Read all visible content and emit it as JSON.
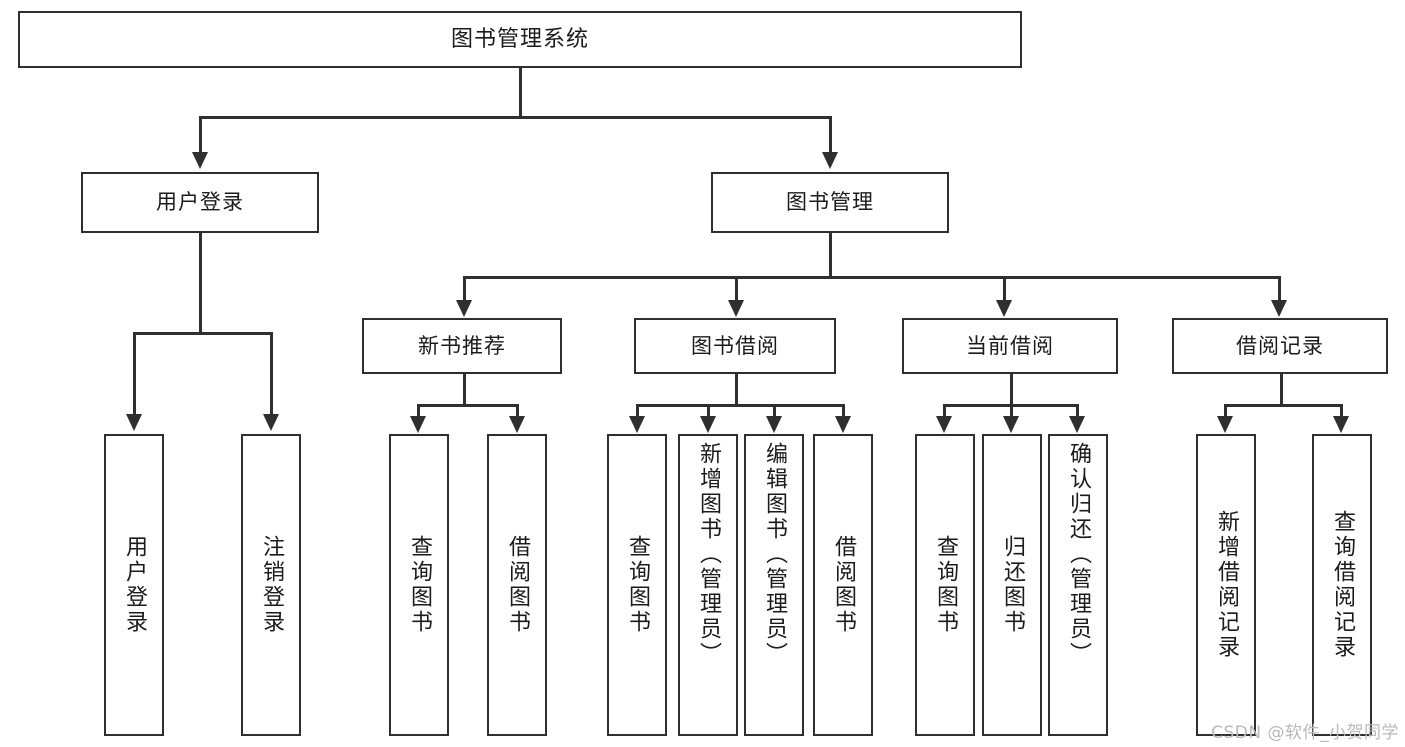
{
  "diagram": {
    "title": "图书管理系统",
    "type": "tree",
    "root": {
      "label": "图书管理系统"
    },
    "level1": [
      {
        "label": "用户登录"
      },
      {
        "label": "图书管理"
      }
    ],
    "level2": [
      {
        "label": "新书推荐"
      },
      {
        "label": "图书借阅"
      },
      {
        "label": "当前借阅"
      },
      {
        "label": "借阅记录"
      }
    ],
    "leaves": {
      "user_login": [
        {
          "label": "用户登录"
        },
        {
          "label": "注销登录"
        }
      ],
      "new_book_recommend": [
        {
          "label": "查询图书"
        },
        {
          "label": "借阅图书"
        }
      ],
      "book_borrow": [
        {
          "label": "查询图书"
        },
        {
          "label": "新增图书（管理员）"
        },
        {
          "label": "编辑图书（管理员）"
        },
        {
          "label": "借阅图书"
        }
      ],
      "current_borrow": [
        {
          "label": "查询图书"
        },
        {
          "label": "归还图书"
        },
        {
          "label": "确认归还（管理员）"
        }
      ],
      "borrow_record": [
        {
          "label": "新增借阅记录"
        },
        {
          "label": "查询借阅记录"
        }
      ]
    }
  },
  "watermark": {
    "text": "CSDN @软件_小贺同学"
  },
  "colors": {
    "stroke": "#2f2f2f",
    "background": "#ffffff",
    "text": "#1b1b1b",
    "watermark": "#b9b9b9"
  }
}
